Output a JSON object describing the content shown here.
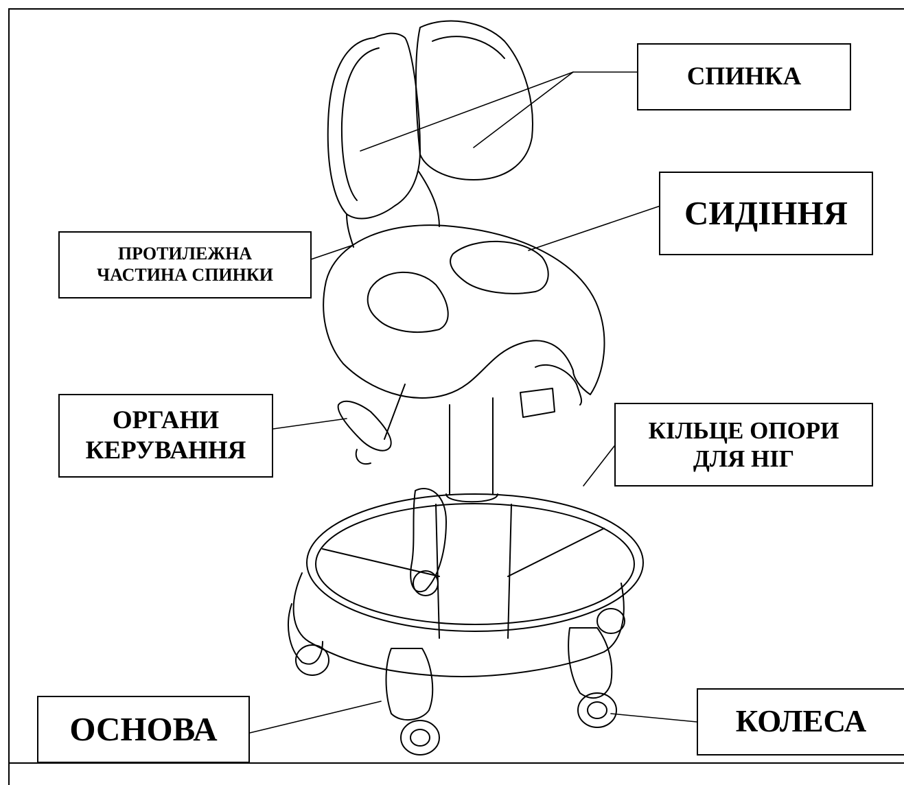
{
  "labels": {
    "backrest": "СПИНКА",
    "seat": "СИДІННЯ",
    "back_rear": "ПРОТИЛЕЖНА\nЧАСТИНА СПИНКИ",
    "controls": "ОРГАНИ\nКЕРУВАННЯ",
    "foot_ring": "КІЛЬЦЕ ОПОРИ\nДЛЯ НІГ",
    "base": "ОСНОВА",
    "wheels": "КОЛЕСА"
  }
}
